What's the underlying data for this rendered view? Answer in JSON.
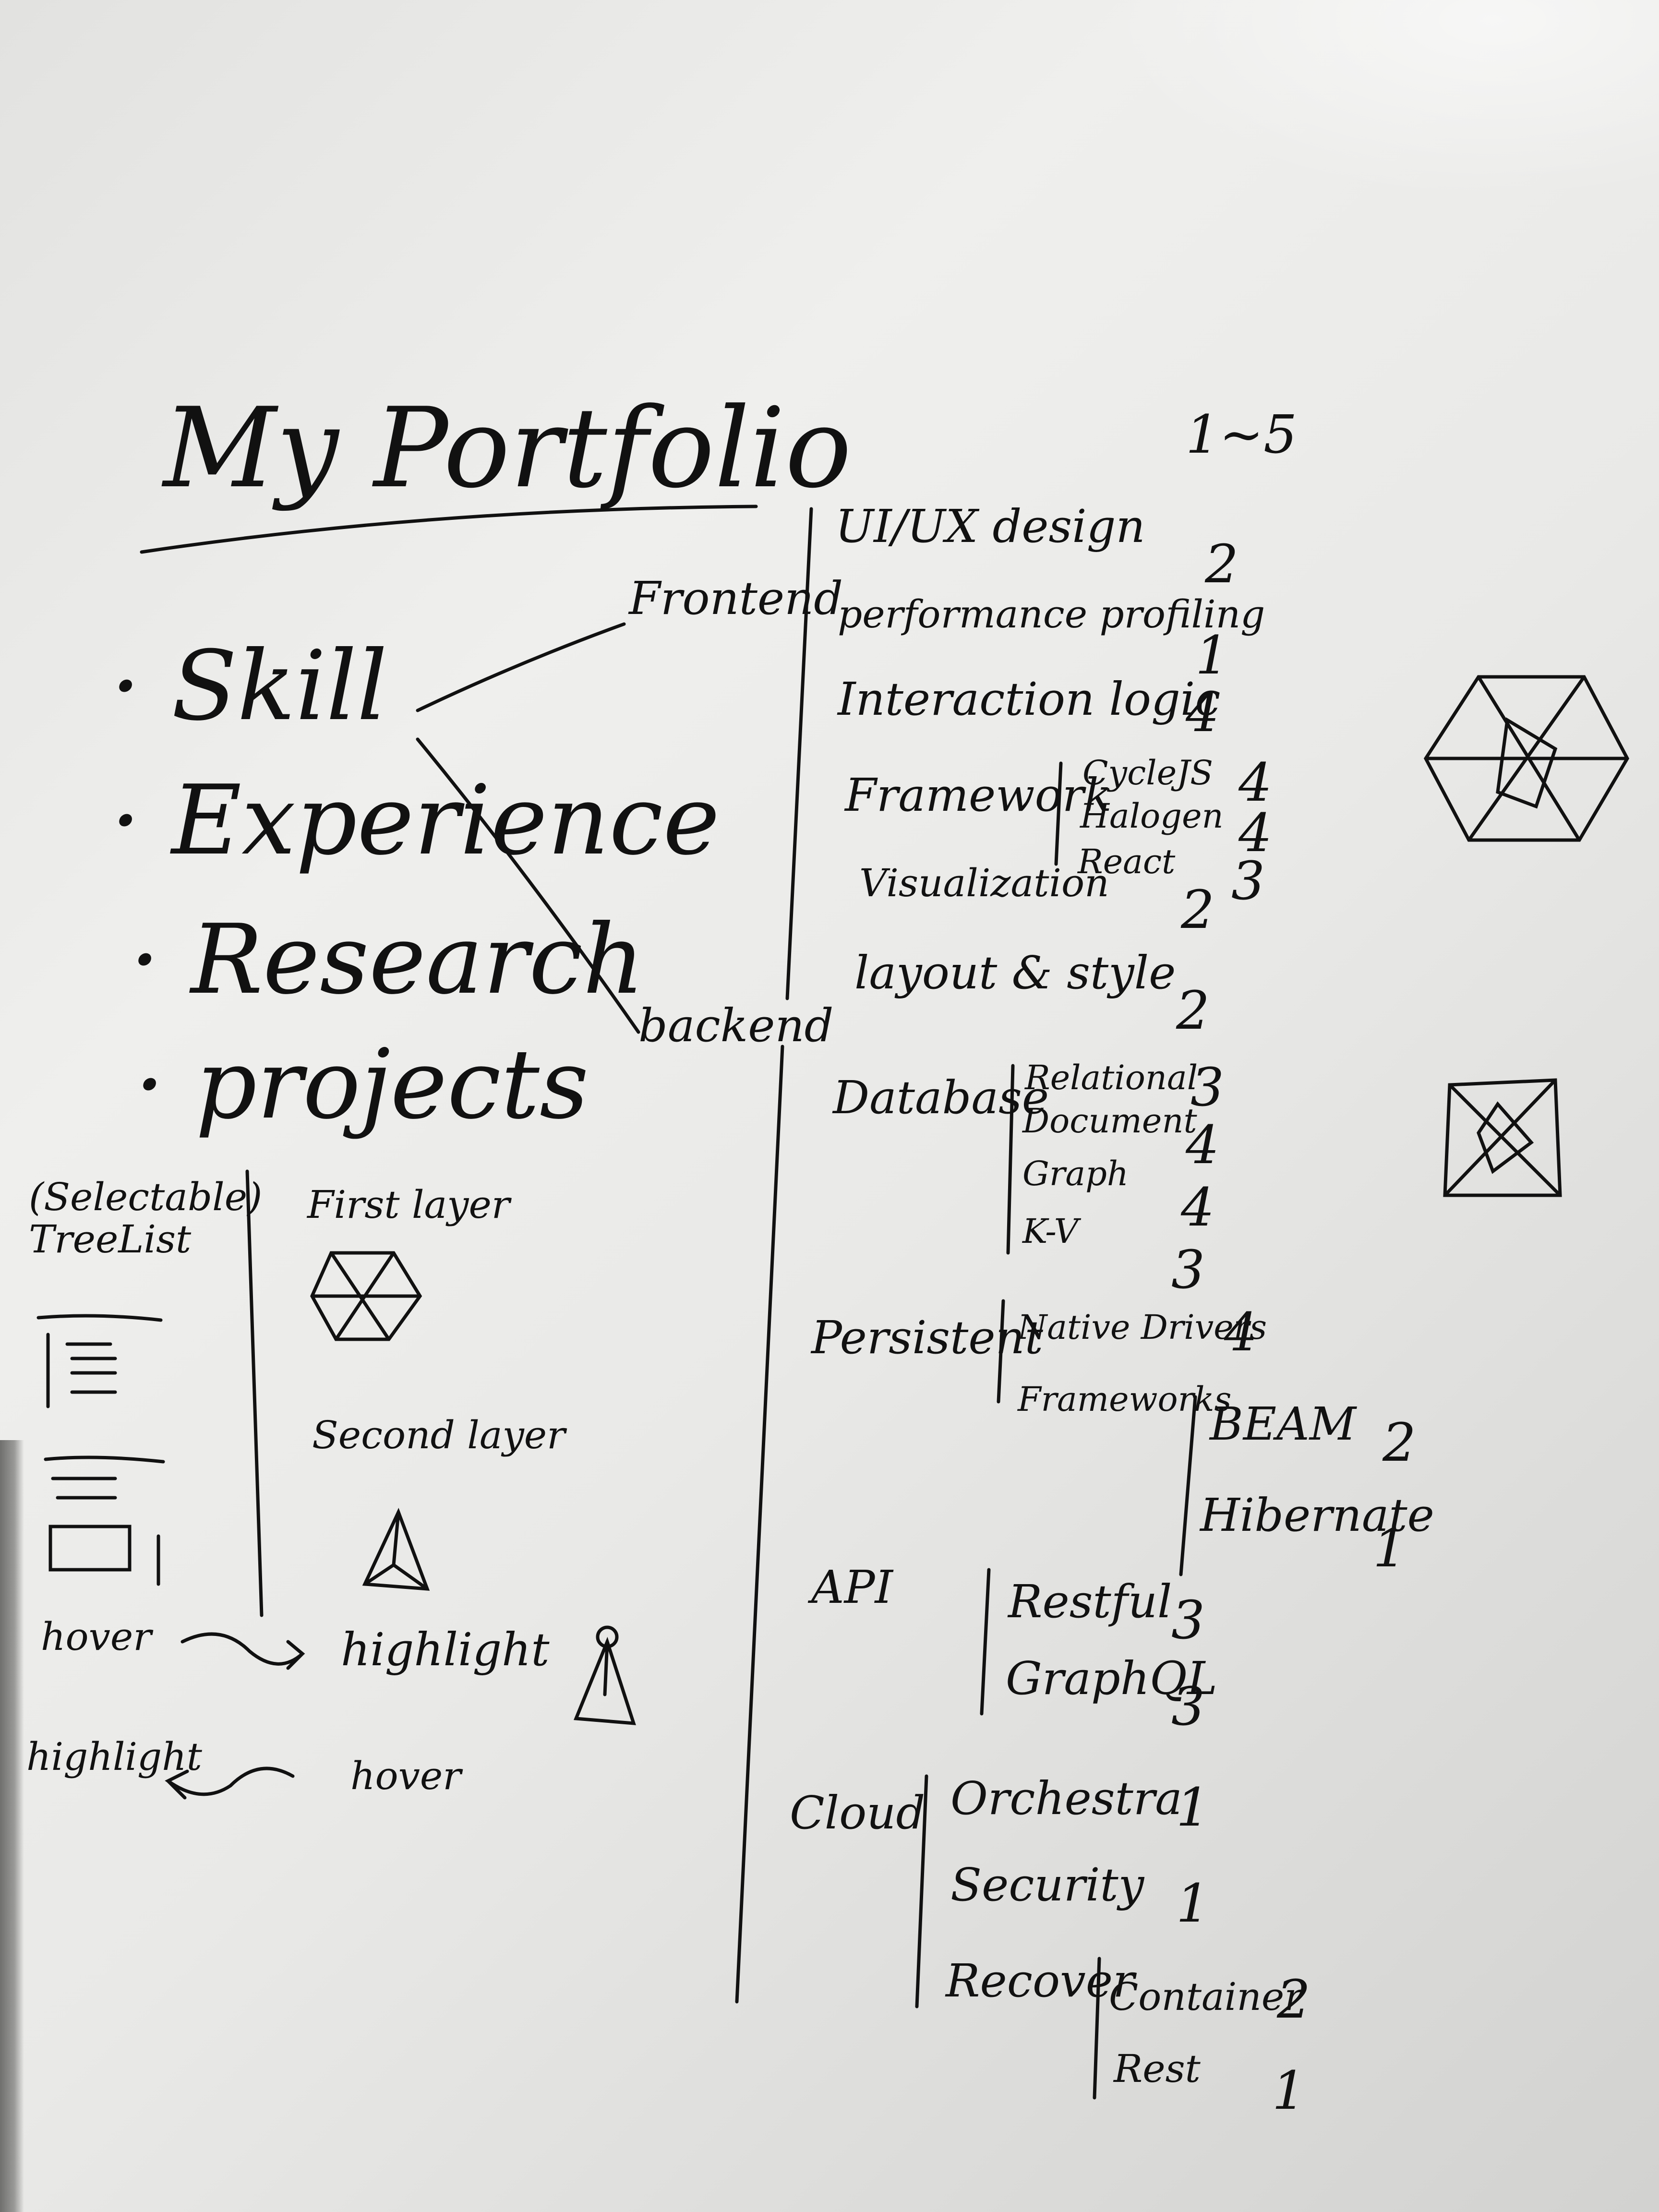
{
  "title": "My Portfolio",
  "scale": "1~5",
  "menu": [
    "Skill",
    "Experience",
    "Research",
    "projects"
  ],
  "branches": {
    "frontend": "Frontend",
    "backend": "backend"
  },
  "frontend_skills": [
    {
      "label": "UI/UX design",
      "score": "2"
    },
    {
      "label": "performance profiling",
      "score": "1"
    },
    {
      "label": "Interaction logic",
      "score": "4"
    },
    {
      "label": "Framework",
      "children": [
        {
          "label": "CycleJS",
          "score": "4"
        },
        {
          "label": "Halogen",
          "score": "4"
        },
        {
          "label": "React",
          "score": "3"
        }
      ]
    },
    {
      "label": "Visualization",
      "score": "2"
    },
    {
      "label": "layout & style",
      "score": "2"
    }
  ],
  "backend": {
    "database": {
      "label": "Database",
      "children": [
        {
          "label": "Relational",
          "score": "3"
        },
        {
          "label": "Document",
          "score": "4"
        },
        {
          "label": "Graph",
          "score": "4"
        },
        {
          "label": "K-V",
          "score": "3"
        }
      ]
    },
    "persistent": {
      "label": "Persistent",
      "native": {
        "label": "Native Drivers",
        "score": "4"
      },
      "frameworks": {
        "label": "Frameworks",
        "children": [
          {
            "label": "BEAM",
            "score": "2"
          },
          {
            "label": "Hibernate",
            "score": "1"
          }
        ]
      }
    },
    "api": {
      "label": "API",
      "children": [
        {
          "label": "Restful",
          "score": "3"
        },
        {
          "label": "GraphQL",
          "score": "3"
        }
      ]
    },
    "cloud": {
      "label": "Cloud",
      "children": [
        {
          "label": "Orchestra",
          "score": "1"
        },
        {
          "label": "Security",
          "score": "1"
        },
        {
          "label": "Recover",
          "children": [
            {
              "label": "Container",
              "score": "2"
            },
            {
              "label": "Rest",
              "score": "1"
            }
          ]
        }
      ]
    }
  },
  "notes": {
    "treelist_label": "(Selectable) TreeList",
    "first_layer": "First layer",
    "second_layer": "Second layer",
    "hover": "hover",
    "highlight": "highlight"
  },
  "ink_color": "#111111"
}
